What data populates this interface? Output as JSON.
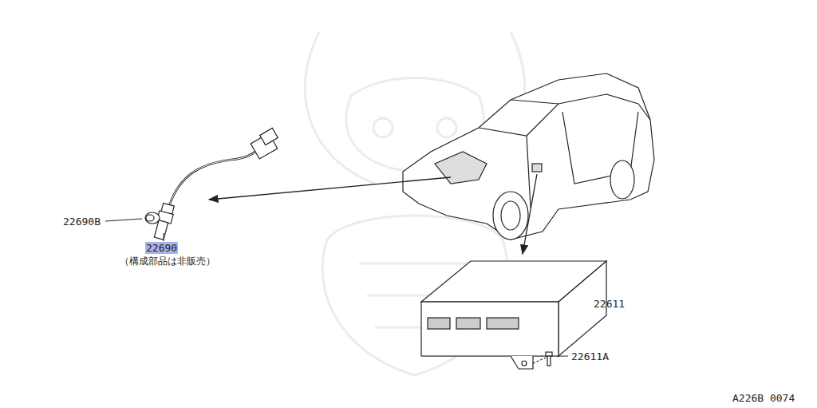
{
  "diagram": {
    "labels": [
      "22690B",
      "22690",
      "（構成部品は非販売）",
      "22611",
      "22611A",
      "A226B 0074"
    ]
  }
}
